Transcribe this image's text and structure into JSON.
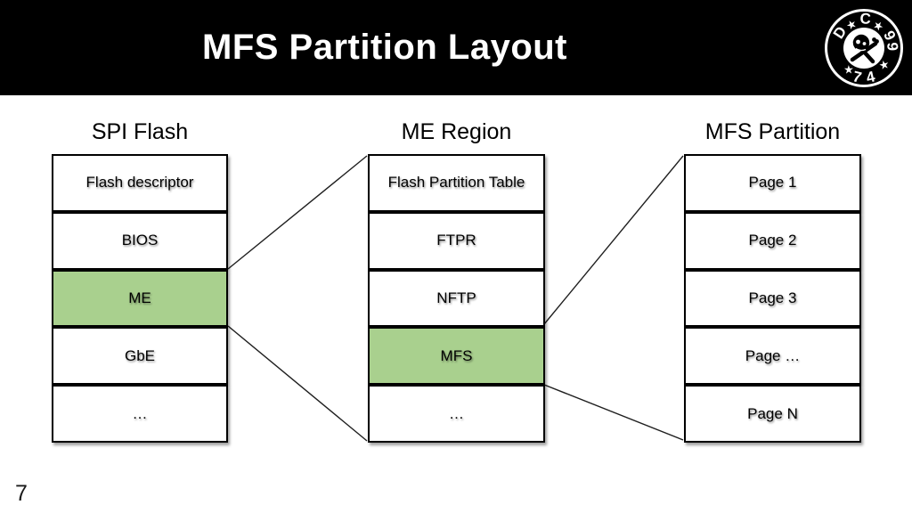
{
  "header": {
    "title": "MFS Partition Layout"
  },
  "logo": {
    "ring_text": {
      "d": "D",
      "c": "C",
      "n7": "7",
      "n4": "4",
      "n9a": "9",
      "n9b": "9",
      "star": "★"
    },
    "center_icon": "skull-and-crossbones"
  },
  "page_number": "7",
  "colors": {
    "header_bg": "#000000",
    "title_text": "#ffffff",
    "highlight_green": "#a9d08e",
    "box_border": "#000000",
    "connector": "#1f1f1f"
  },
  "diagram": {
    "columns": [
      {
        "heading": "SPI Flash",
        "rows": [
          {
            "label": "Flash descriptor",
            "highlight": false
          },
          {
            "label": "BIOS",
            "highlight": false
          },
          {
            "label": "ME",
            "highlight": true
          },
          {
            "label": "GbE",
            "highlight": false
          },
          {
            "label": "…",
            "highlight": false
          }
        ]
      },
      {
        "heading": "ME Region",
        "rows": [
          {
            "label": "Flash Partition Table",
            "highlight": false
          },
          {
            "label": "FTPR",
            "highlight": false
          },
          {
            "label": "NFTP",
            "highlight": false
          },
          {
            "label": "MFS",
            "highlight": true
          },
          {
            "label": "…",
            "highlight": false
          }
        ]
      },
      {
        "heading": "MFS Partition",
        "rows": [
          {
            "label": "Page 1",
            "highlight": false
          },
          {
            "label": "Page 2",
            "highlight": false
          },
          {
            "label": "Page 3",
            "highlight": false
          },
          {
            "label": "Page …",
            "highlight": false
          },
          {
            "label": "Page N",
            "highlight": false
          }
        ]
      }
    ],
    "connections": [
      {
        "from": "SPI Flash / ME",
        "to": "ME Region (whole stack)"
      },
      {
        "from": "ME Region / MFS",
        "to": "MFS Partition (whole stack)"
      }
    ]
  }
}
